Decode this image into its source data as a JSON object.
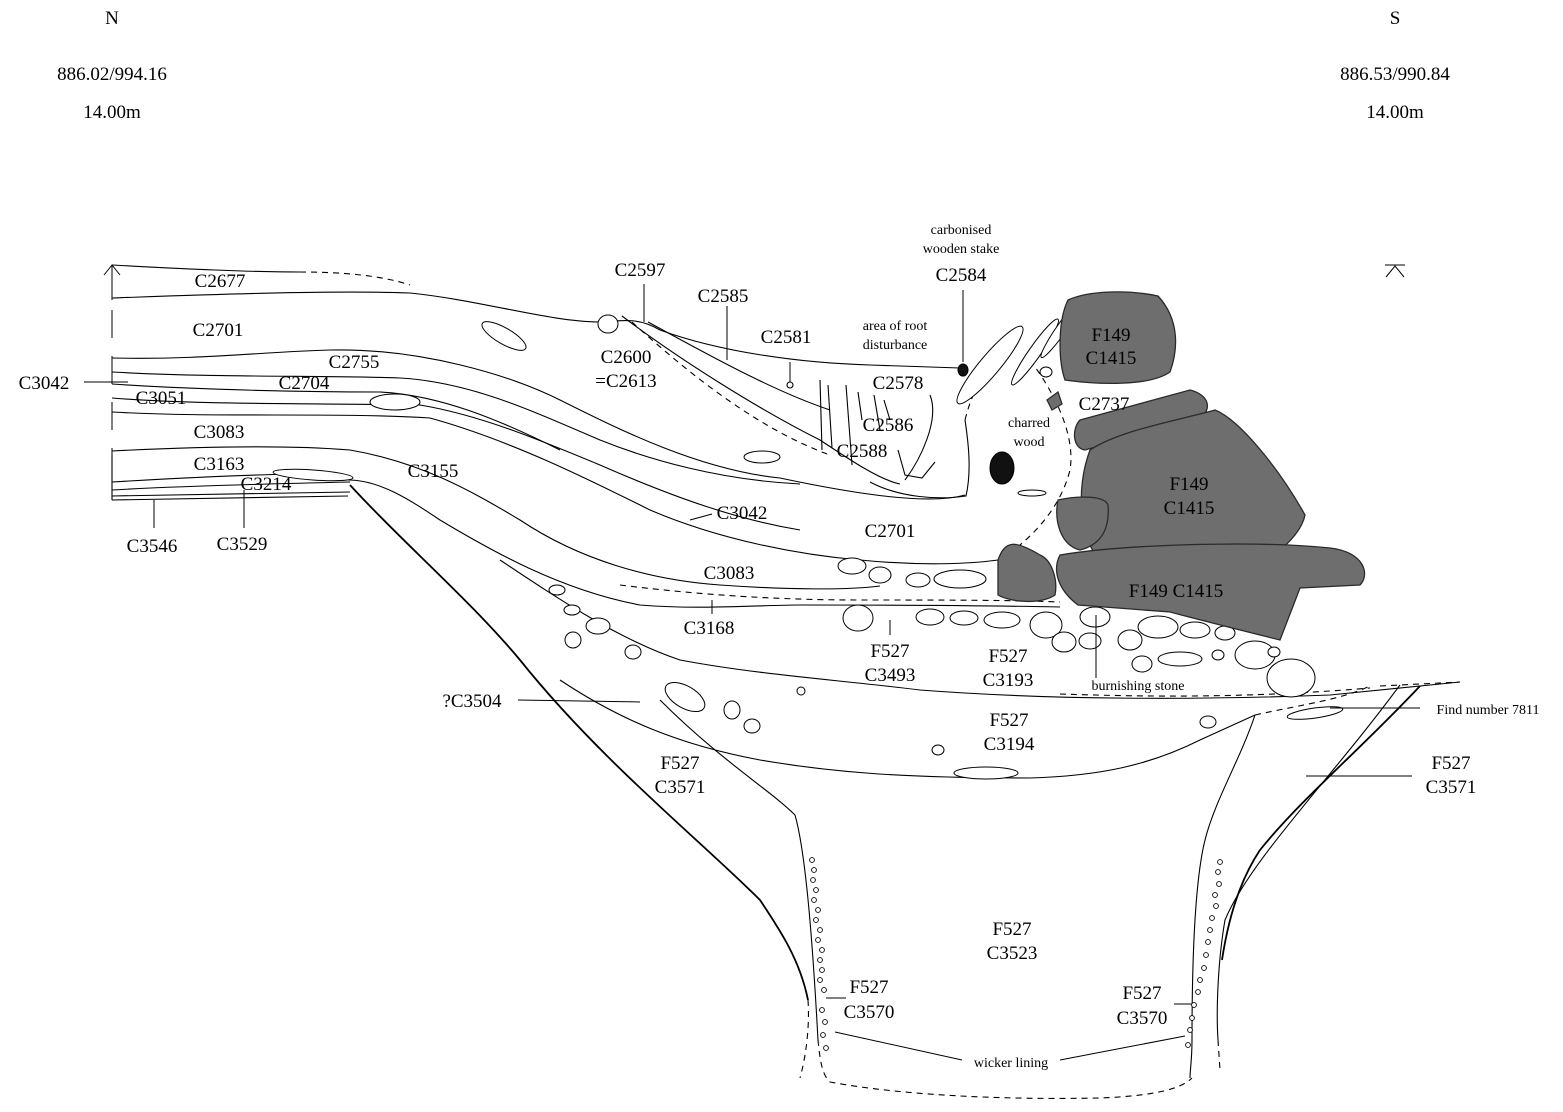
{
  "header": {
    "north": {
      "dir": "N",
      "coords": "886.02/994.16",
      "level": "14.00m"
    },
    "south": {
      "dir": "S",
      "coords": "886.53/990.84",
      "level": "14.00m"
    }
  },
  "labels": {
    "c2677": "C2677",
    "c2701_top": "C2701",
    "c2755": "C2755",
    "c3042_left": "C3042",
    "c2704": "C2704",
    "c3051": "C3051",
    "c3083_left": "C3083",
    "c3163": "C3163",
    "c3214": "C3214",
    "c3155": "C3155",
    "c3546": "C3546",
    "c3529": "C3529",
    "c2597": "C2597",
    "c2585": "C2585",
    "c2600": "C2600",
    "c2613": "=C2613",
    "c2581": "C2581",
    "root_1": "area of root",
    "root_2": "disturbance",
    "stake_1": "carbonised",
    "stake_2": "wooden stake",
    "c2584": "C2584",
    "c2578": "C2578",
    "c2586": "C2586",
    "c2588": "C2588",
    "charred_1": "charred",
    "charred_2": "wood",
    "c2737": "C2737",
    "f149_a": "F149",
    "c1415_a": "C1415",
    "f149_b": "F149",
    "c1415_b": "C1415",
    "f149_c": "F149 C1415",
    "c3042_mid": "C3042",
    "c2701_mid": "C2701",
    "c3083_mid": "C3083",
    "c3168": "C3168",
    "f527_3493": "F527",
    "c3493": "C3493",
    "f527_3193": "F527",
    "c3193": "C3193",
    "burnishing": "burnishing stone",
    "c3504": "?C3504",
    "f527_3194": "F527",
    "c3194": "C3194",
    "find": "Find number 7811",
    "f527_3571_l": "F527",
    "c3571_l": "C3571",
    "f527_3571_r": "F527",
    "c3571_r": "C3571",
    "f527_3523": "F527",
    "c3523": "C3523",
    "f527_3570_l": "F527",
    "c3570_l": "C3570",
    "f527_3570_r": "F527",
    "c3570_r": "C3570",
    "wicker": "wicker lining"
  }
}
